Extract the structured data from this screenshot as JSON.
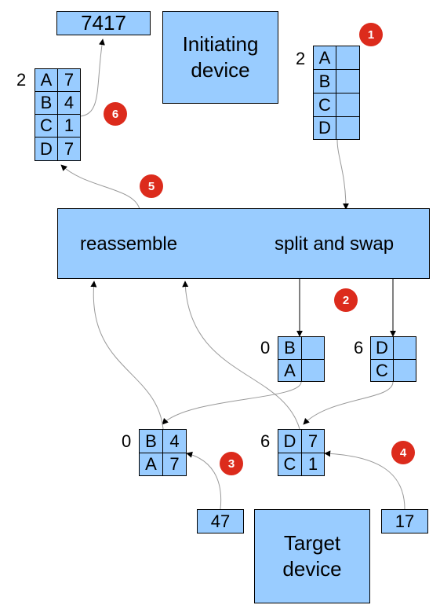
{
  "result_value": "7417",
  "initiating_device": {
    "line1": "Initiating",
    "line2": "device"
  },
  "target_device": {
    "line1": "Target",
    "line2": "device"
  },
  "process": {
    "reassemble": "reassemble",
    "split_swap": "split and swap"
  },
  "input_table": {
    "prefix": "2",
    "rows": [
      [
        "A",
        ""
      ],
      [
        "B",
        ""
      ],
      [
        "C",
        ""
      ],
      [
        "D",
        ""
      ]
    ]
  },
  "output_table": {
    "prefix": "2",
    "rows": [
      [
        "A",
        "7"
      ],
      [
        "B",
        "4"
      ],
      [
        "C",
        "1"
      ],
      [
        "D",
        "7"
      ]
    ]
  },
  "split_left": {
    "prefix": "0",
    "rows": [
      [
        "B",
        ""
      ],
      [
        "A",
        ""
      ]
    ]
  },
  "split_right": {
    "prefix": "6",
    "rows": [
      [
        "D",
        ""
      ],
      [
        "C",
        ""
      ]
    ]
  },
  "resp_left": {
    "prefix": "0",
    "rows": [
      [
        "B",
        "4"
      ],
      [
        "A",
        "7"
      ]
    ]
  },
  "resp_right": {
    "prefix": "6",
    "rows": [
      [
        "D",
        "7"
      ],
      [
        "C",
        "1"
      ]
    ]
  },
  "target_values": {
    "left": "47",
    "right": "17"
  },
  "steps": {
    "s1": "1",
    "s2": "2",
    "s3": "3",
    "s4": "4",
    "s5": "5",
    "s6": "6"
  },
  "colors": {
    "box_fill": "#99ccff",
    "badge": "#dc2b1c",
    "stroke": "#000000",
    "curve": "#999999"
  }
}
